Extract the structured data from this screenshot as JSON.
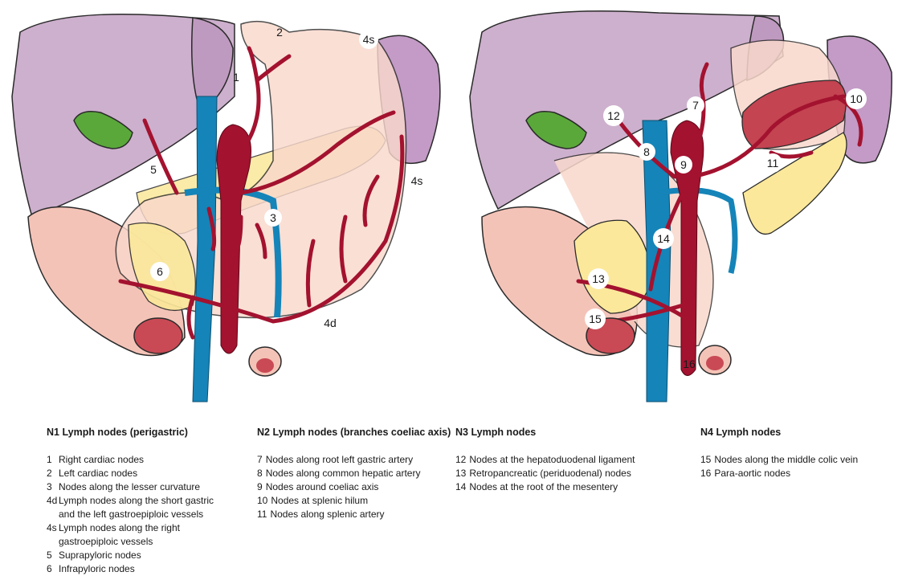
{
  "colors": {
    "artery": "#a3122f",
    "vein": "#1584b8",
    "liver": "#cdb0cd",
    "stomach": "#f9d8cc",
    "pancreas": "#fbe89a",
    "gallbladder": "#5aa83a",
    "bowel": "#f4c3b7"
  },
  "diagram_left": {
    "labels": [
      "1",
      "2",
      "3",
      "4s",
      "4s",
      "4d",
      "5",
      "6"
    ]
  },
  "diagram_right": {
    "labels": [
      "7",
      "8",
      "9",
      "10",
      "11",
      "12",
      "13",
      "14",
      "15",
      "16"
    ]
  },
  "legend": [
    {
      "title": "N1 Lymph nodes (perigastric)",
      "items": [
        {
          "num": "1",
          "text": "Right cardiac nodes"
        },
        {
          "num": "2",
          "text": "Left cardiac nodes"
        },
        {
          "num": "3",
          "text": "Nodes along the lesser curvature"
        },
        {
          "num": "4d",
          "text": "Lymph nodes along the short gastric and the left gastroepiploic vessels"
        },
        {
          "num": "4s",
          "text": "Lymph nodes along the right gastroepiploic vessels"
        },
        {
          "num": "5",
          "text": "Suprapyloric nodes"
        },
        {
          "num": "6",
          "text": "Infrapyloric nodes"
        }
      ]
    },
    {
      "title": "N2 Lymph nodes (branches coeliac axis)",
      "items": [
        {
          "num": "7",
          "text": "Nodes along root left gastric artery"
        },
        {
          "num": "8",
          "text": "Nodes along common hepatic artery"
        },
        {
          "num": "9",
          "text": "Nodes around coeliac axis"
        },
        {
          "num": "10",
          "text": "Nodes at splenic hilum"
        },
        {
          "num": "11",
          "text": "Nodes along splenic artery"
        }
      ]
    },
    {
      "title": "N3 Lymph nodes",
      "items": [
        {
          "num": "12",
          "text": "Nodes at the hepatoduodenal ligament"
        },
        {
          "num": "13",
          "text": "Retropancreatic (periduodenal) nodes"
        },
        {
          "num": "14",
          "text": "Nodes at the root of the mesentery"
        }
      ]
    },
    {
      "title": "N4 Lymph nodes",
      "items": [
        {
          "num": "15",
          "text": "Nodes along the middle colic vein"
        },
        {
          "num": "16",
          "text": "Para-aortic nodes"
        }
      ]
    }
  ]
}
